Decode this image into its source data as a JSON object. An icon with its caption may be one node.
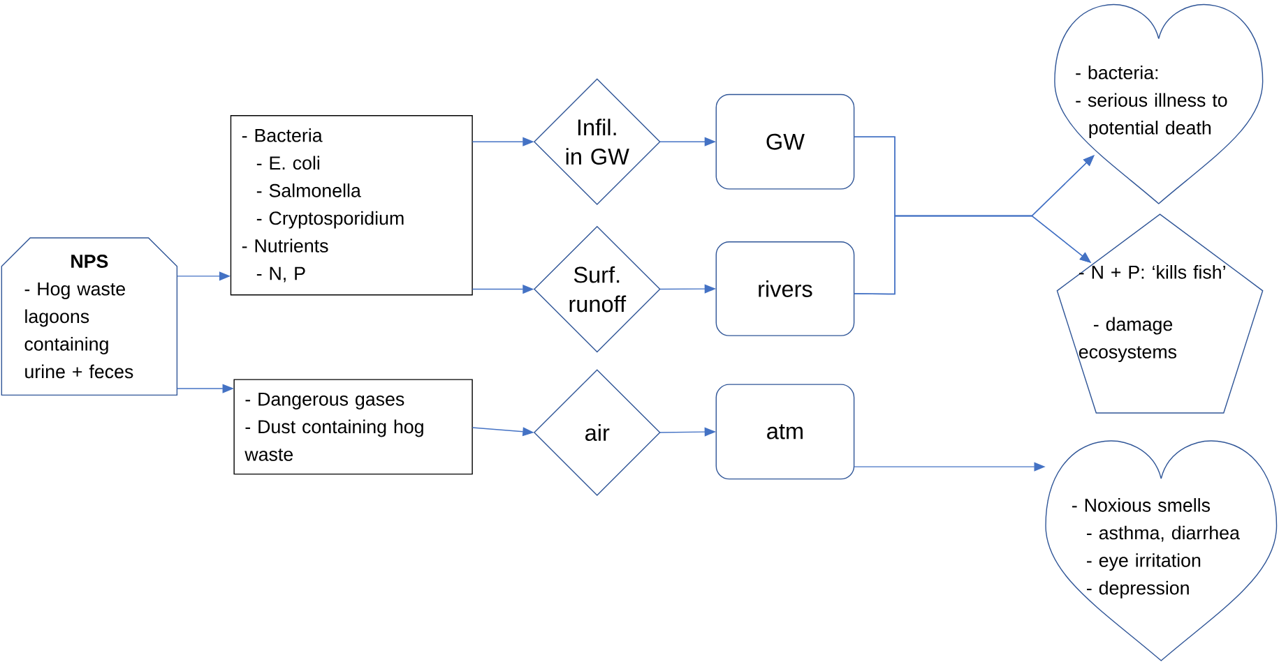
{
  "diagram": {
    "nodes": [
      {
        "text": [
          "NPS",
          "- Hog waste lagoons containing urine + feces"
        ]
      },
      {
        "text": [
          "- Bacteria",
          "- E. coli",
          "- Salmonella",
          "- Cryptosporidium",
          "- Nutrients",
          "- N, P"
        ]
      },
      {
        "text": [
          "- Dangerous gases",
          "- Dust containing hog waste"
        ]
      },
      {
        "text": [
          "Infil. in GW"
        ]
      },
      {
        "text": [
          "Surf. runoff"
        ]
      },
      {
        "text": [
          "air"
        ]
      },
      {
        "text": [
          "GW"
        ]
      },
      {
        "text": [
          "rivers"
        ]
      },
      {
        "text": [
          "atm"
        ]
      },
      {
        "text": [
          "- bacteria:",
          "- serious illness to potential death"
        ]
      },
      {
        "text": [
          "- N + P: ‘kills fish’",
          "- damage ecosystems"
        ]
      },
      {
        "text": [
          "- Noxious smells",
          "- asthma, diarrhea",
          "- eye irritation",
          "- depression"
        ]
      }
    ],
    "edges": [
      {
        "from": 0,
        "to": 1,
        "arrow": "to"
      },
      {
        "from": 0,
        "to": 2,
        "arrow": "to"
      },
      {
        "from": 1,
        "to": 3,
        "arrow": "to"
      },
      {
        "from": 1,
        "to": 4,
        "arrow": "to"
      },
      {
        "from": 2,
        "to": 5,
        "arrow": "to"
      },
      {
        "from": 3,
        "to": 6,
        "arrow": "to"
      },
      {
        "from": 4,
        "to": 7,
        "arrow": "to"
      },
      {
        "from": 5,
        "to": 8,
        "arrow": "to"
      },
      {
        "from": 6,
        "to": 9,
        "arrow": "to"
      },
      {
        "from": 6,
        "to": 10,
        "arrow": "to"
      },
      {
        "from": 7,
        "to": 9,
        "arrow": "to"
      },
      {
        "from": 7,
        "to": 10,
        "arrow": "to"
      },
      {
        "from": 8,
        "to": 11,
        "arrow": "to"
      }
    ]
  }
}
